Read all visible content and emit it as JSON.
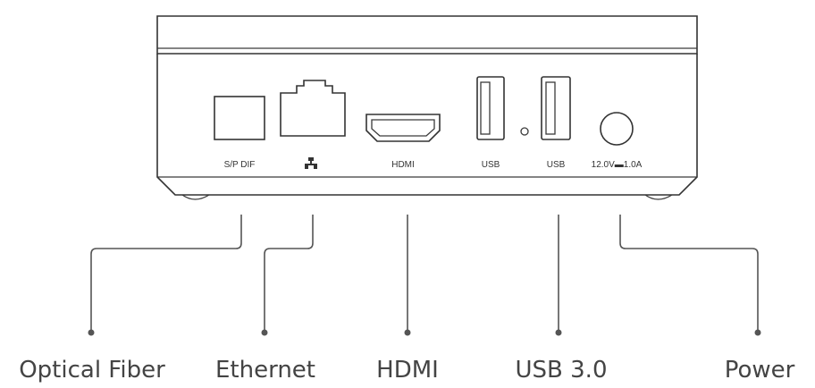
{
  "ports": {
    "spdif": "S/P DIF",
    "hdmi": "HDMI",
    "usb_left": "USB",
    "usb_right": "USB",
    "power_rating": "12.0V▬1.0A",
    "ethernet_icon": "network-icon"
  },
  "callouts": {
    "optical_fiber": "Optical Fiber",
    "ethernet": "Ethernet",
    "hdmi": "HDMI",
    "usb": "USB 3.0",
    "power": "Power"
  },
  "colors": {
    "line": "#333333",
    "callout_text": "#444444"
  }
}
